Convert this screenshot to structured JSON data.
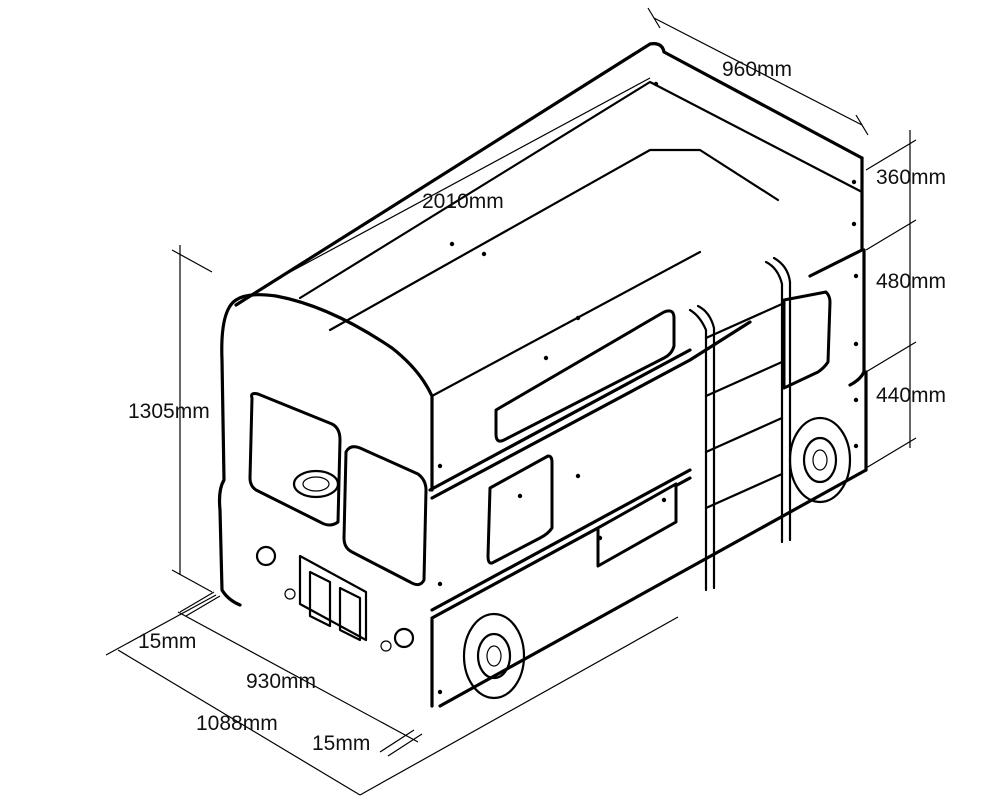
{
  "dimensions": {
    "width_top": "960mm",
    "length": "2010mm",
    "height_total": "1305mm",
    "height_upper": "360mm",
    "height_middle": "480mm",
    "height_lower": "440mm",
    "offset_left": "15mm",
    "inner_width": "930mm",
    "outer_width": "1088mm",
    "offset_right": "15mm"
  }
}
